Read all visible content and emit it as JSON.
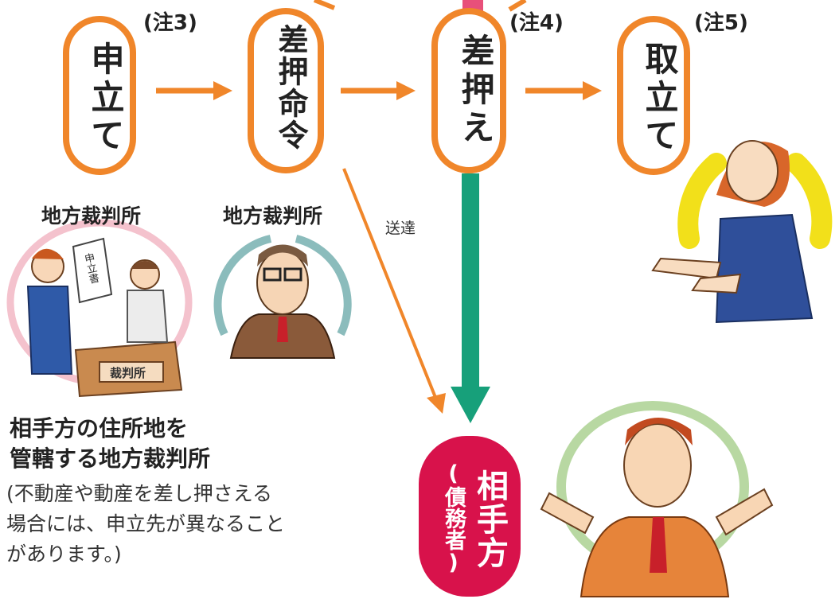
{
  "steps": [
    {
      "label": "申立て",
      "note": "(注3)"
    },
    {
      "label": "差押命令",
      "note": ""
    },
    {
      "label": "差押え",
      "note": "(注4)"
    },
    {
      "label": "取立て",
      "note": "(注5)"
    }
  ],
  "courts": {
    "court1": "地方裁判所",
    "court2": "地方裁判所"
  },
  "delivery_label": "送達",
  "jurisdiction": {
    "line1": "相手方の住所地を",
    "line2": "管轄する地方裁判所"
  },
  "note_text": {
    "line1": "(不動産や動産を差し押さえる",
    "line2": "場合には、申立先が異なること",
    "line3": "があります。)"
  },
  "debtor": {
    "main": "相手方",
    "sub": "(債務者)"
  },
  "illustration_text": {
    "document": "申立書",
    "desk": "裁判所"
  },
  "colors": {
    "orange": "#f0862a",
    "green": "#17a07a",
    "crimson": "#d8124b",
    "pink_bar": "#e8507a"
  }
}
